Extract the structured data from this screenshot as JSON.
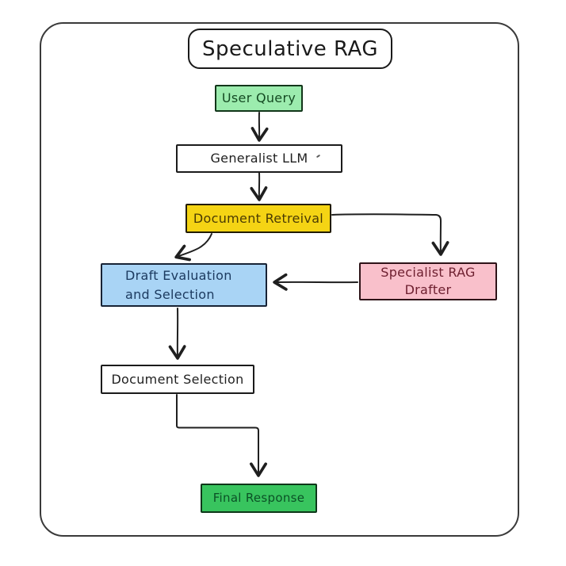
{
  "diagram": {
    "title": "Speculative RAG",
    "arrow_color": "#1f1f1f",
    "frame_border_color": "#3a3a3a",
    "nodes": {
      "user_query": {
        "label": "User Query",
        "bg": "#9cecae",
        "border": "#12361a",
        "text": "#144a22"
      },
      "generalist_llm": {
        "label": "Generalist LLM",
        "bg": "#ffffff",
        "border": "#1b1b1b",
        "text": "#1f1f1f"
      },
      "document_retreival": {
        "label": "Document Retreival",
        "bg": "#f5d414",
        "border": "#211b03",
        "text": "#4a3b04"
      },
      "draft_evaluation": {
        "label": "Draft Evaluation and Selection",
        "bg": "#a9d4f5",
        "border": "#182335",
        "text": "#1d3b60"
      },
      "specialist_rag_drafter": {
        "label": "Specialist RAG Drafter",
        "bg": "#f9c0cb",
        "border": "#2e1318",
        "text": "#6e2030"
      },
      "document_selection": {
        "label": "Document Selection",
        "bg": "#ffffff",
        "border": "#1b1b1b",
        "text": "#1f1f1f"
      },
      "final_response": {
        "label": "Final Response",
        "bg": "#38c45e",
        "border": "#0d3719",
        "text": "#0b5126"
      }
    },
    "edges": [
      {
        "from": "user_query",
        "to": "generalist_llm"
      },
      {
        "from": "generalist_llm",
        "to": "document_retreival"
      },
      {
        "from": "document_retreival",
        "to": "draft_evaluation"
      },
      {
        "from": "document_retreival",
        "to": "specialist_rag_drafter"
      },
      {
        "from": "specialist_rag_drafter",
        "to": "draft_evaluation"
      },
      {
        "from": "draft_evaluation",
        "to": "document_selection"
      },
      {
        "from": "document_selection",
        "to": "final_response"
      }
    ]
  }
}
